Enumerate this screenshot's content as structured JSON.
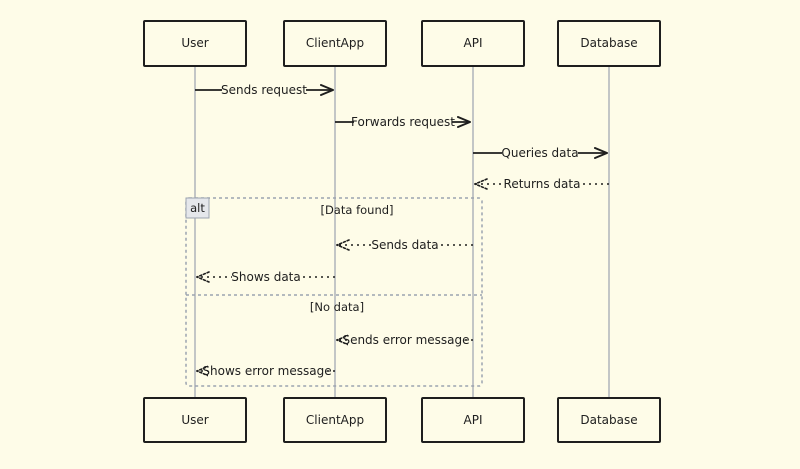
{
  "colors": {
    "background": "#fefce8",
    "ink": "#1e1e1e",
    "lifeline": "#9ca3af",
    "fragment_border": "#9ca3af",
    "alt_tag_fill": "#e5e7eb"
  },
  "participants": [
    {
      "id": "user",
      "label": "User"
    },
    {
      "id": "client",
      "label": "ClientApp"
    },
    {
      "id": "api",
      "label": "API"
    },
    {
      "id": "db",
      "label": "Database"
    }
  ],
  "messages": [
    {
      "from": "user",
      "to": "client",
      "label": "Sends request",
      "style": "solid"
    },
    {
      "from": "client",
      "to": "api",
      "label": "Forwards request",
      "style": "solid"
    },
    {
      "from": "api",
      "to": "db",
      "label": "Queries data",
      "style": "solid"
    },
    {
      "from": "db",
      "to": "api",
      "label": "Returns data",
      "style": "dotted"
    },
    {
      "from": "api",
      "to": "client",
      "label": "Sends data",
      "style": "dotted"
    },
    {
      "from": "client",
      "to": "user",
      "label": "Shows data",
      "style": "dotted"
    },
    {
      "from": "api",
      "to": "client",
      "label": "Sends error message",
      "style": "dotted"
    },
    {
      "from": "client",
      "to": "user",
      "label": "Shows error message",
      "style": "dotted"
    }
  ],
  "fragment": {
    "tag": "alt",
    "sections": [
      {
        "condition": "[Data found]"
      },
      {
        "condition": "[No data]"
      }
    ]
  }
}
